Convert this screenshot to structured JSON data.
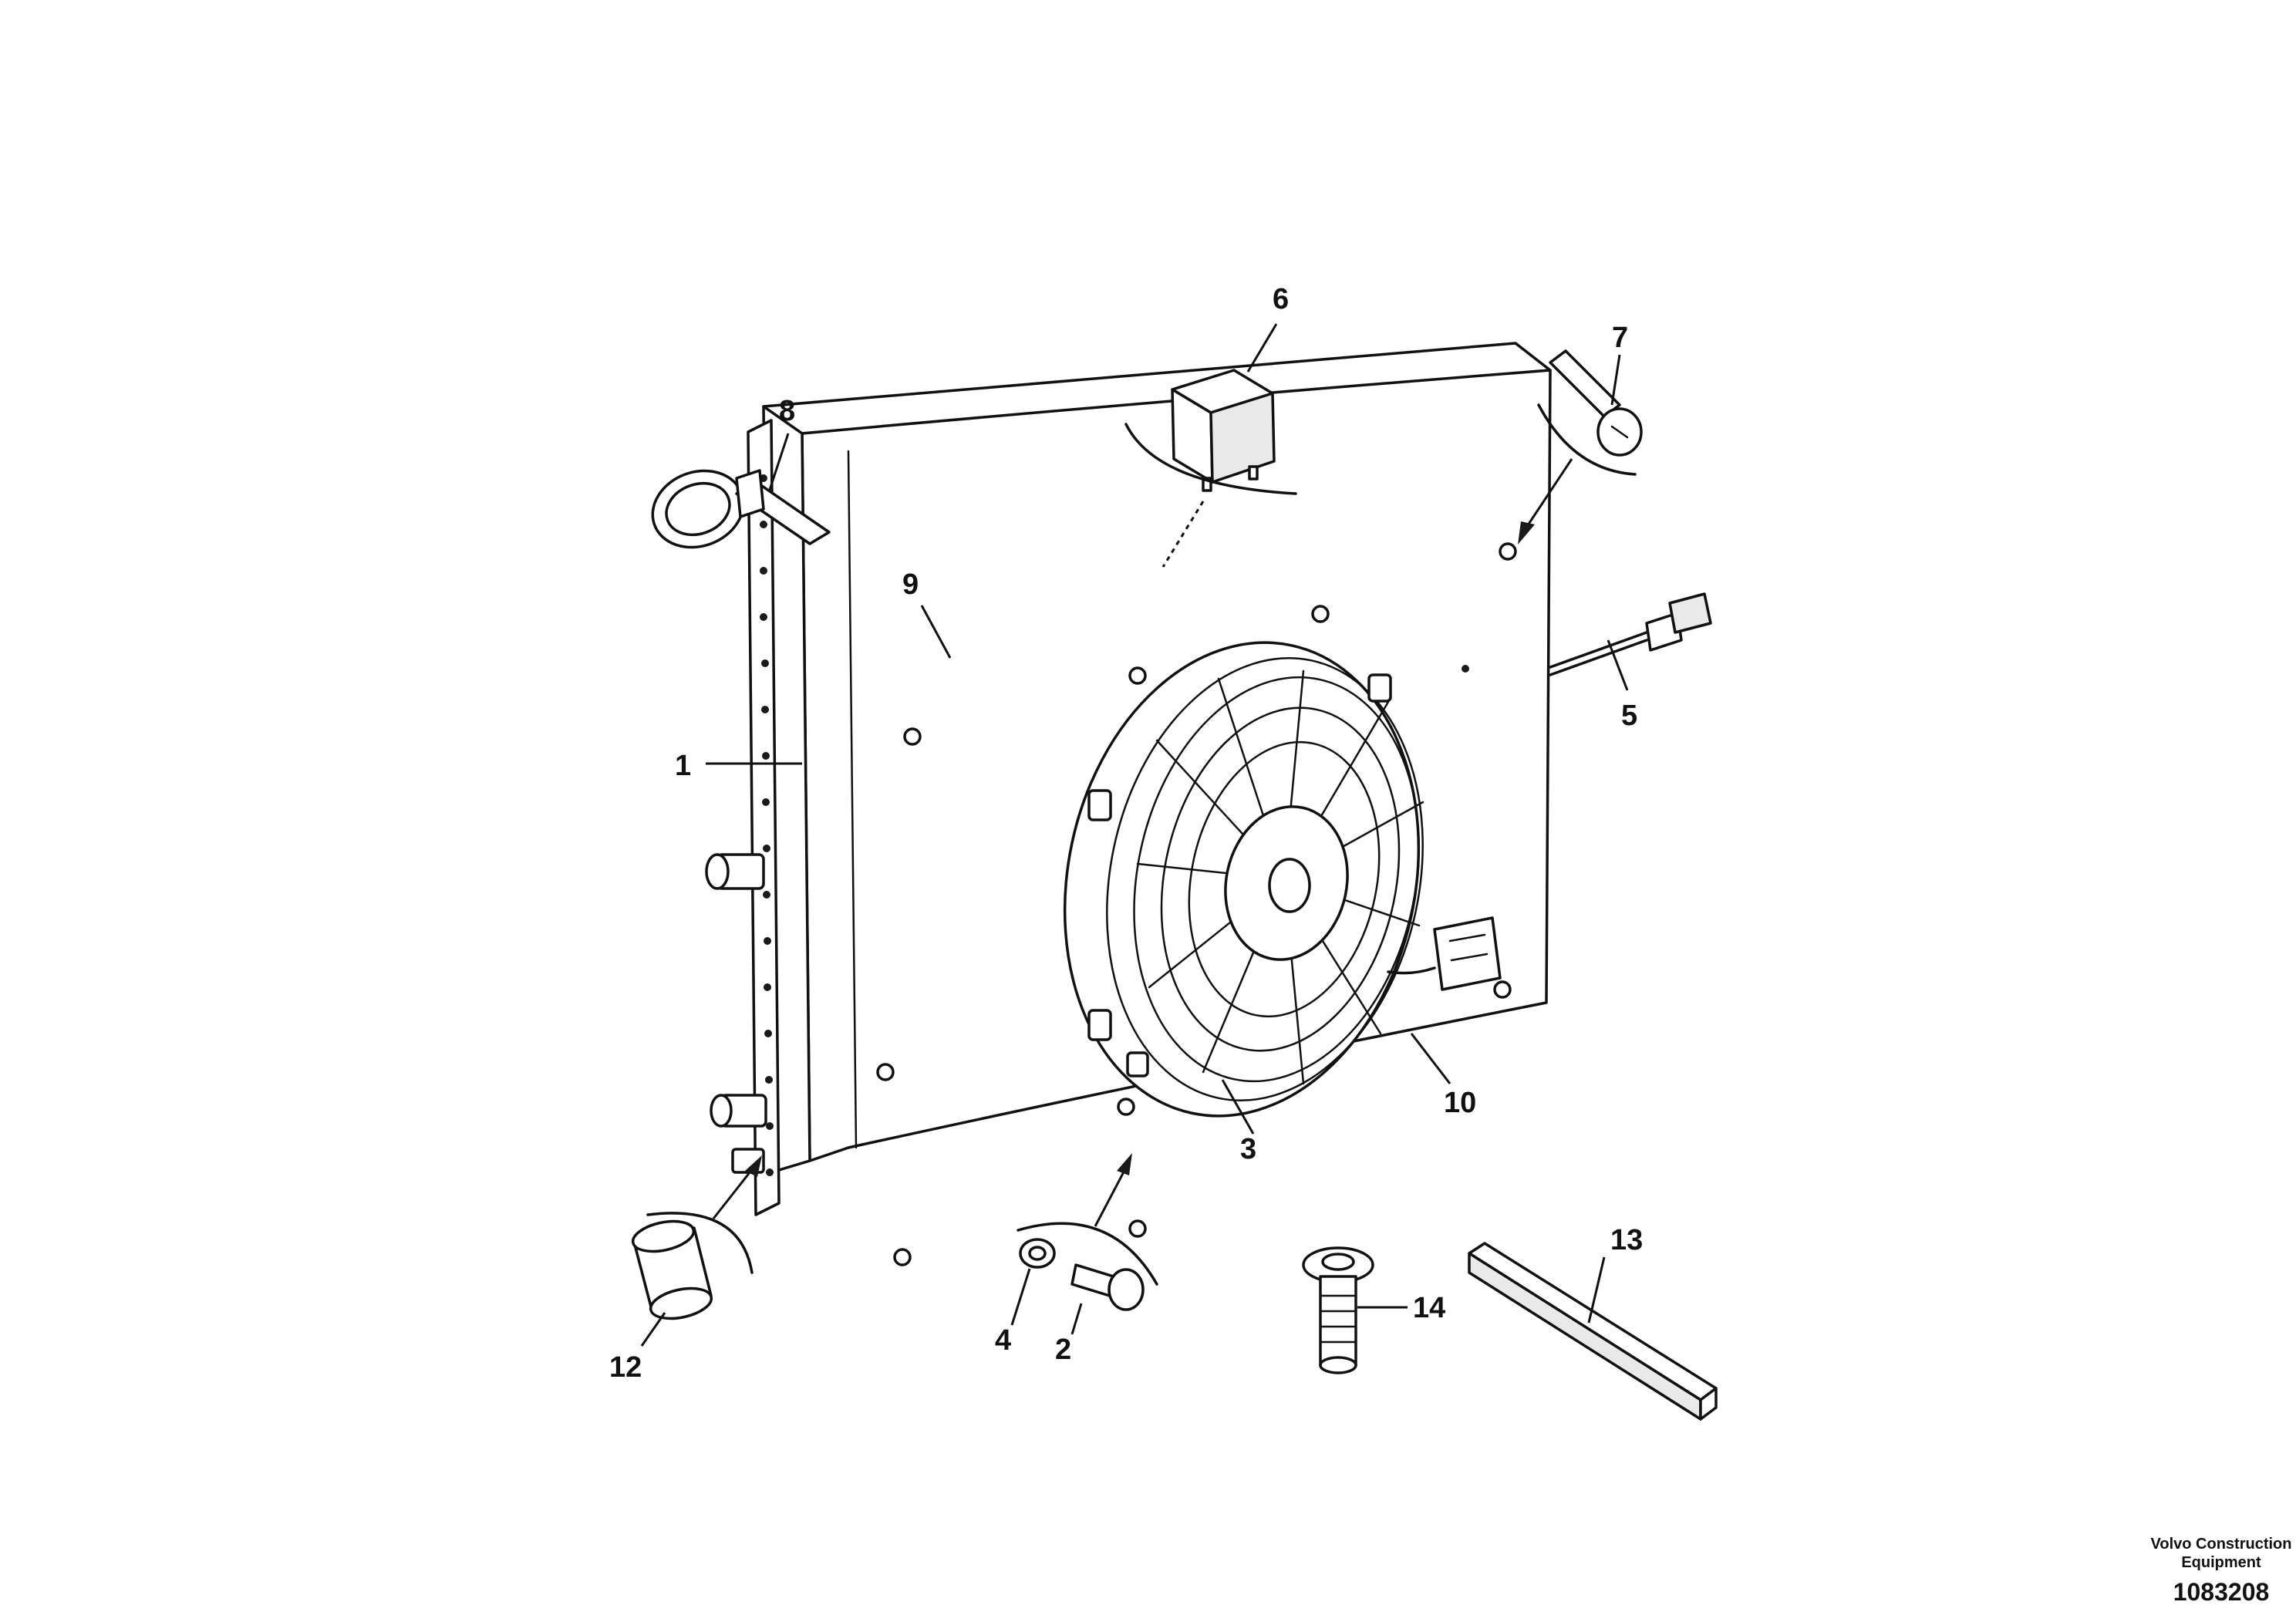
{
  "footer": {
    "company_line1": "Volvo Construction",
    "company_line2": "Equipment",
    "drawing_number": "1083208"
  },
  "callouts": {
    "c1": "1",
    "c2": "2",
    "c3": "3",
    "c4": "4",
    "c5": "5",
    "c6": "6",
    "c7": "7",
    "c8": "8",
    "c9": "9",
    "c10": "10",
    "c12": "12",
    "c13": "13",
    "c14": "14"
  },
  "colors": {
    "ink": "#111111",
    "background": "#ffffff"
  }
}
